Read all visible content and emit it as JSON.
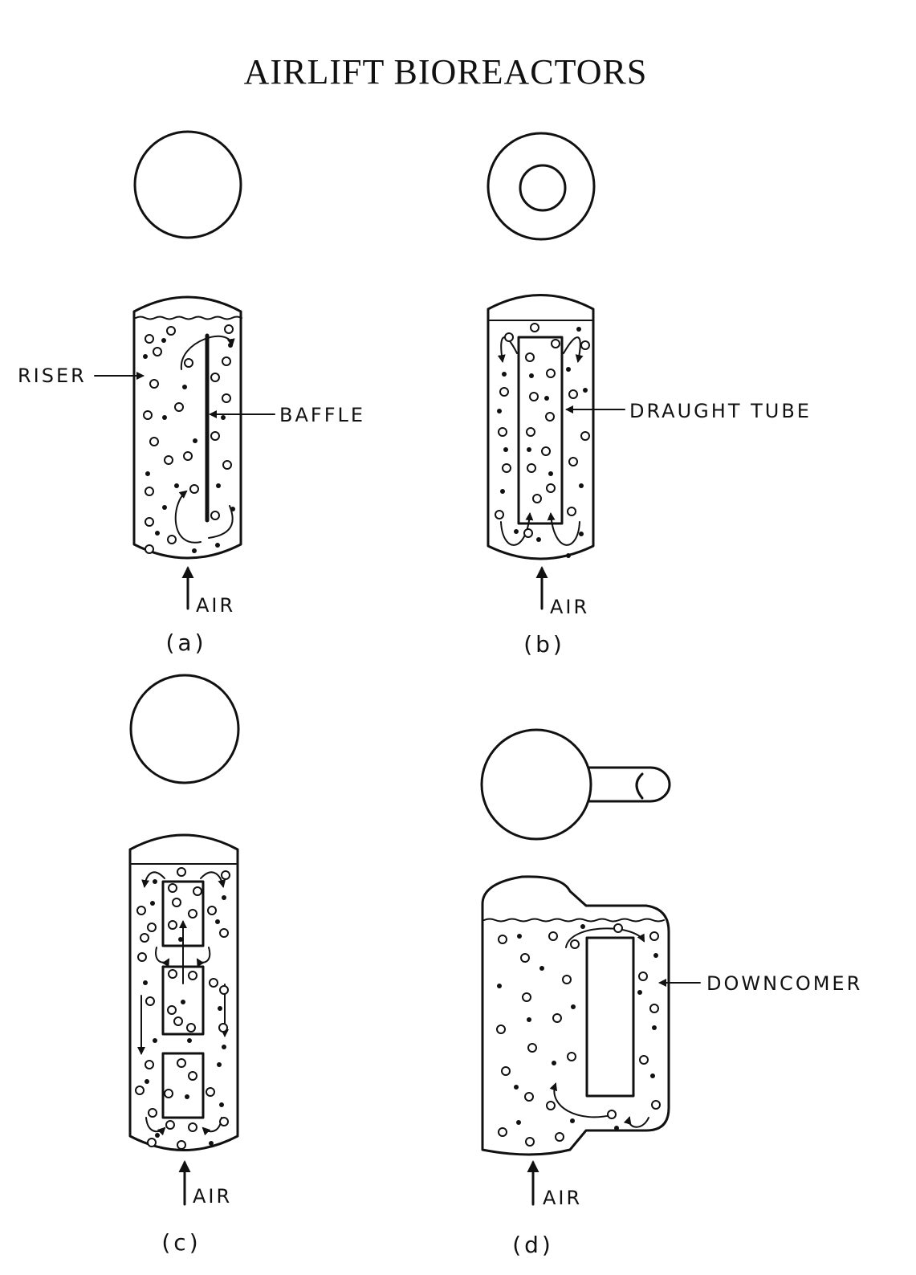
{
  "title": "AIRLIFT BIOREACTORS",
  "labels": {
    "riser": "RISER",
    "baffle": "BAFFLE",
    "draught_tube": "DRAUGHT TUBE",
    "downcomer": "DOWNCOMER",
    "air": "AIR"
  },
  "captions": {
    "a": "(a)",
    "b": "(b)",
    "c": "(c)",
    "d": "(d)"
  }
}
